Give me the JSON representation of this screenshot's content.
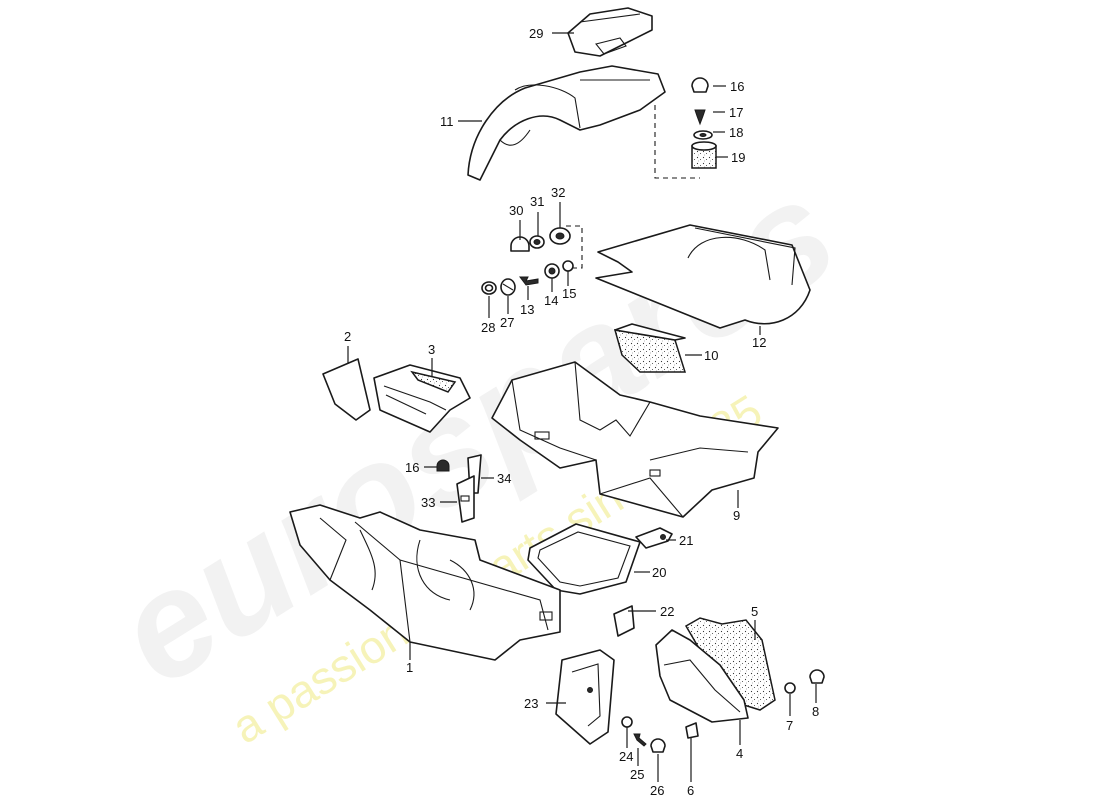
{
  "watermark": {
    "logo": "eurospares",
    "tagline": "a passion for parts since 1985"
  },
  "callouts": [
    {
      "id": "c29",
      "label": "29"
    },
    {
      "id": "c16a",
      "label": "16"
    },
    {
      "id": "c11",
      "label": "11"
    },
    {
      "id": "c17",
      "label": "17"
    },
    {
      "id": "c18",
      "label": "18"
    },
    {
      "id": "c19",
      "label": "19"
    },
    {
      "id": "c30",
      "label": "30"
    },
    {
      "id": "c31",
      "label": "31"
    },
    {
      "id": "c32",
      "label": "32"
    },
    {
      "id": "c28",
      "label": "28"
    },
    {
      "id": "c27",
      "label": "27"
    },
    {
      "id": "c13",
      "label": "13"
    },
    {
      "id": "c14",
      "label": "14"
    },
    {
      "id": "c15",
      "label": "15"
    },
    {
      "id": "c12",
      "label": "12"
    },
    {
      "id": "c2",
      "label": "2"
    },
    {
      "id": "c3",
      "label": "3"
    },
    {
      "id": "c10",
      "label": "10"
    },
    {
      "id": "c16b",
      "label": "16"
    },
    {
      "id": "c34",
      "label": "34"
    },
    {
      "id": "c33",
      "label": "33"
    },
    {
      "id": "c9",
      "label": "9"
    },
    {
      "id": "c21",
      "label": "21"
    },
    {
      "id": "c20",
      "label": "20"
    },
    {
      "id": "c22",
      "label": "22"
    },
    {
      "id": "c5",
      "label": "5"
    },
    {
      "id": "c1",
      "label": "1"
    },
    {
      "id": "c23",
      "label": "23"
    },
    {
      "id": "c24",
      "label": "24"
    },
    {
      "id": "c25",
      "label": "25"
    },
    {
      "id": "c26",
      "label": "26"
    },
    {
      "id": "c6",
      "label": "6"
    },
    {
      "id": "c4",
      "label": "4"
    },
    {
      "id": "c7",
      "label": "7"
    },
    {
      "id": "c8",
      "label": "8"
    }
  ]
}
